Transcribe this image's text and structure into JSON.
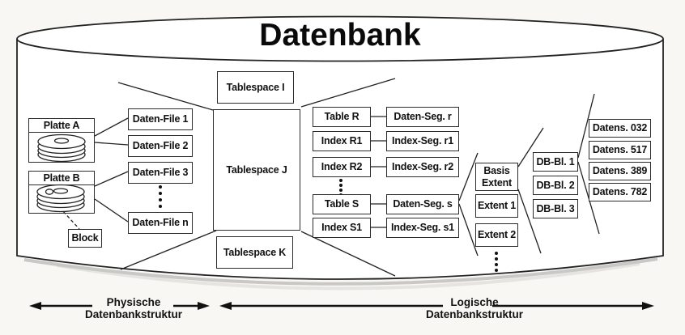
{
  "title": "Datenbank",
  "physical": {
    "disks": [
      {
        "label": "Platte A"
      },
      {
        "label": "Platte B"
      }
    ],
    "block": "Block",
    "datafiles": [
      "Daten-File 1",
      "Daten-File 2",
      "Daten-File 3",
      "Daten-File n"
    ]
  },
  "tablespaces": [
    "Tablespace I",
    "Tablespace J",
    "Tablespace K"
  ],
  "logical": {
    "tables": [
      "Table R",
      "Index R1",
      "Index R2",
      "Table S",
      "Index S1"
    ],
    "segments": [
      "Daten-Seg. r",
      "Index-Seg. r1",
      "Index-Seg. r2",
      "Daten-Seg. s",
      "Index-Seg. s1"
    ],
    "extents": [
      "Basis Extent",
      "Extent 1",
      "Extent 2"
    ],
    "db_blocks": [
      "DB-Bl. 1",
      "DB-Bl. 2",
      "DB-Bl. 3"
    ],
    "records": [
      "Datens. 032",
      "Datens. 517",
      "Datens. 389",
      "Datens. 782"
    ]
  },
  "legend": {
    "physical_line1": "Physische",
    "physical_line2": "Datenbankstruktur",
    "logical_line1": "Logische",
    "logical_line2": "Datenbankstruktur"
  },
  "colors": {
    "line": "#222222",
    "box_border": "#2b2b2b",
    "background": "#f8f7f4",
    "fill": "#ffffff"
  }
}
